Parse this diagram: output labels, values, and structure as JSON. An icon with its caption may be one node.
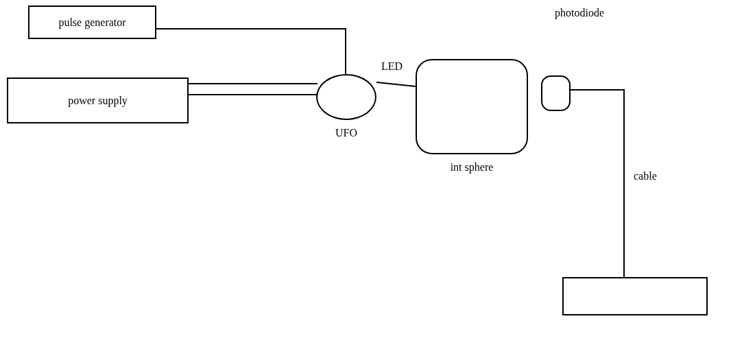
{
  "diagram": {
    "nodes": [
      {
        "text": [
          "pulse generator"
        ]
      },
      {
        "text": [
          "power supply"
        ]
      },
      {
        "text": [
          "UFO"
        ]
      },
      {
        "text": [
          "int sphere"
        ]
      },
      {
        "text": [],
        "shape": "box"
      },
      {
        "text": [],
        "shape": "box"
      }
    ],
    "edges": [
      {
        "from": 0,
        "to": 2,
        "arrow": "none"
      },
      {
        "from": 1,
        "to": 2,
        "arrow": "none"
      },
      {
        "from": 1,
        "to": 2,
        "arrow": "none"
      },
      {
        "from": 2,
        "to": 3,
        "arrow": "none"
      },
      {
        "from": 4,
        "to": 5,
        "arrow": "none",
        "label": "cable"
      }
    ],
    "labels": [
      "photodiode",
      "LED"
    ]
  }
}
